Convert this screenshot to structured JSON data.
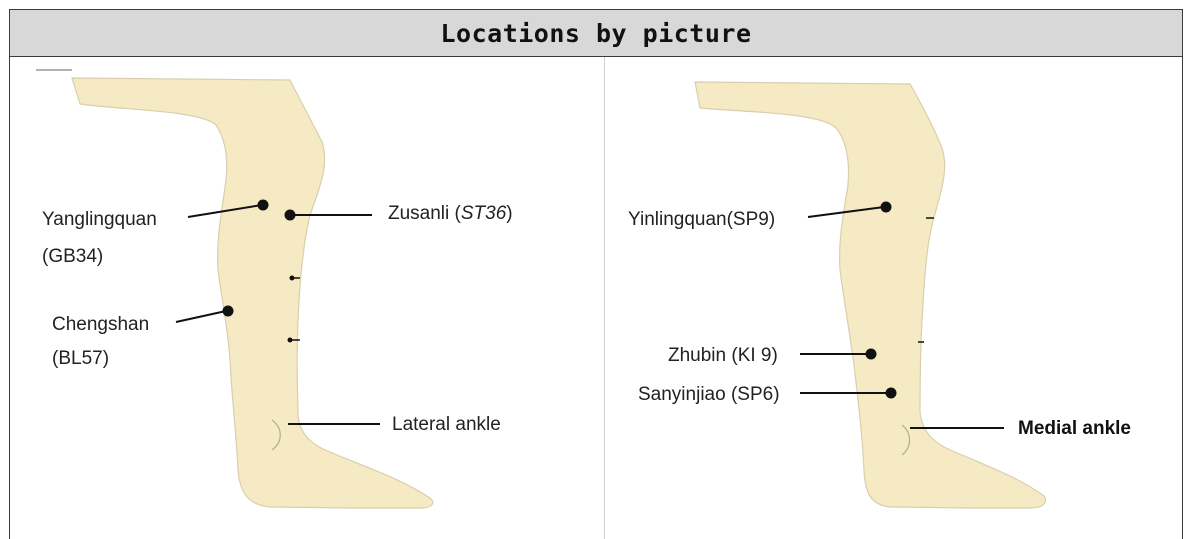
{
  "header": {
    "title": "Locations by picture"
  },
  "left_panel": {
    "labels": {
      "yanglingquan_name": "Yanglingquan",
      "yanglingquan_code": "(GB34)",
      "zusanli_name": "Zusanli (",
      "zusanli_code": "ST36",
      "zusanli_close": ")",
      "chengshan_name": "Chengshan",
      "chengshan_code": "(BL57)",
      "ankle": "Lateral ankle"
    }
  },
  "right_panel": {
    "labels": {
      "yinlingquan": "Yinlingquan(SP9)",
      "zhubin": "Zhubin (KI 9)",
      "sanyinjiao": "Sanyinjiao (SP6)",
      "ankle": "Medial ankle"
    }
  },
  "colors": {
    "skin": "#f6eac4",
    "outline": "#c9bfa0",
    "ink": "#111111"
  }
}
